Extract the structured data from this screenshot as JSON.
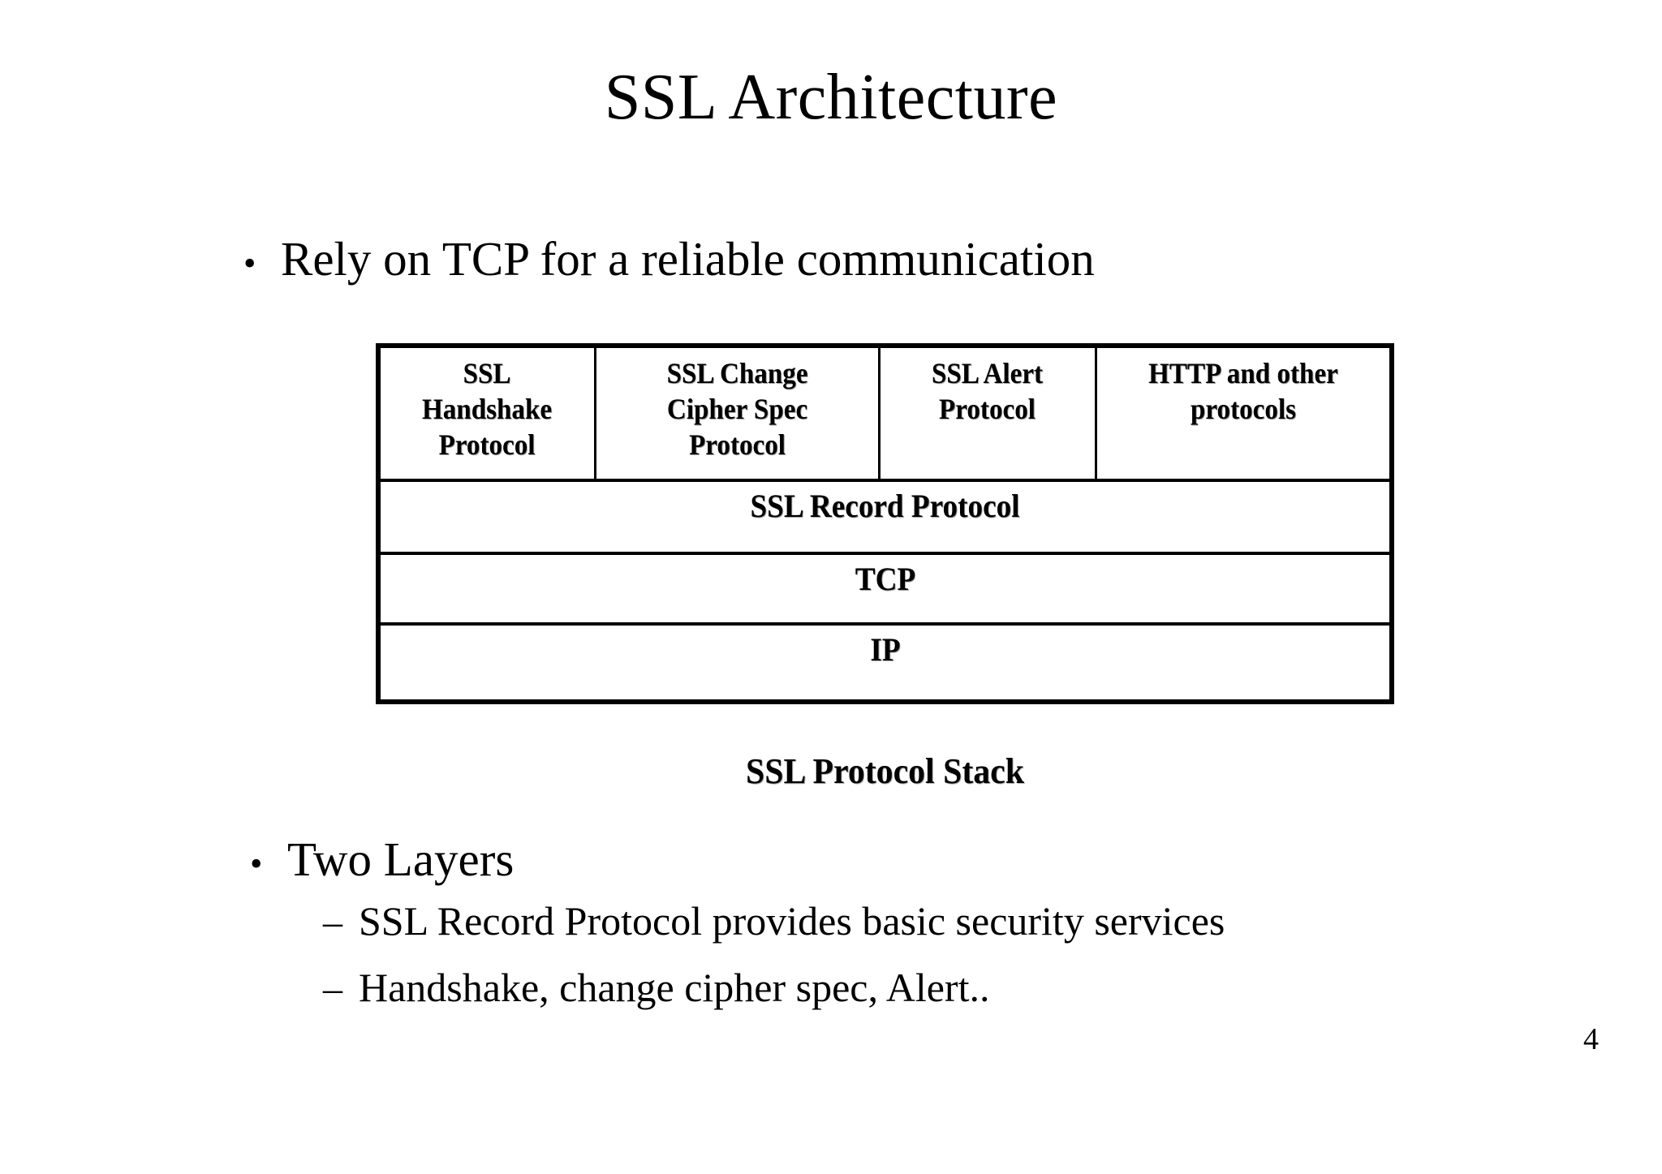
{
  "slide": {
    "title": "SSL Architecture",
    "page_number": "4",
    "background_color": "#ffffff",
    "text_color": "#000000"
  },
  "bullets": {
    "bullet_mark": "•",
    "subbullet_mark": "–",
    "items": [
      {
        "level": 1,
        "text": "Rely on TCP for a reliable communication"
      },
      {
        "level": 1,
        "text": "Two Layers"
      },
      {
        "level": 2,
        "text": "SSL Record Protocol provides basic security services"
      },
      {
        "level": 2,
        "text": "Handshake, change cipher spec, Alert.."
      }
    ]
  },
  "diagram": {
    "caption": "SSL Protocol Stack",
    "border_color": "#000000",
    "fill_color": "#ffffff",
    "top_row": [
      {
        "label": "SSL\nHandshake\nProtocol"
      },
      {
        "label": "SSL Change\nCipher Spec\nProtocol"
      },
      {
        "label": "SSL Alert\nProtocol"
      },
      {
        "label": "HTTP and other\nprotocols"
      }
    ],
    "lower_rows": [
      {
        "label": "SSL Record Protocol"
      },
      {
        "label": "TCP"
      },
      {
        "label": "IP"
      }
    ]
  }
}
